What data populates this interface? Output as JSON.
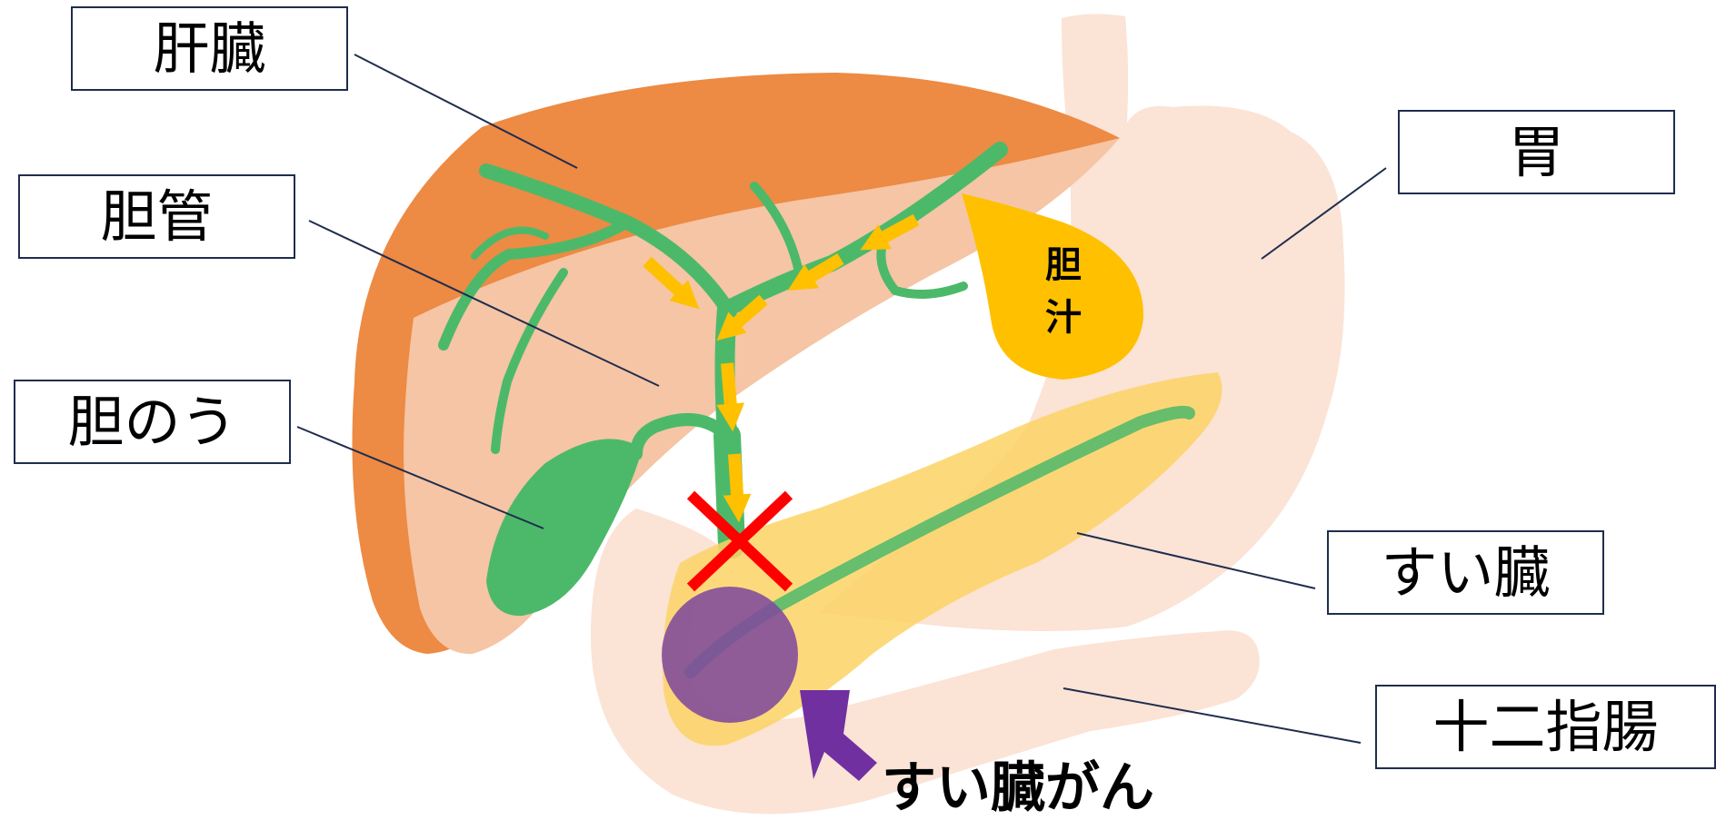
{
  "labels": {
    "liver": "肝臓",
    "bile_duct": "胆管",
    "gallbladder": "胆のう",
    "stomach": "胃",
    "pancreas": "すい臓",
    "duodenum": "十二指腸"
  },
  "bile": {
    "line1": "胆",
    "line2": "汁"
  },
  "caption": "すい臓がん",
  "colors": {
    "liver": "#ed8a43",
    "liver_inner": "#f5c5a5",
    "stomach": "#fbe3d6",
    "pancreas": "#fcd465",
    "bile_duct": "#4cb96a",
    "bile": "#ffc000",
    "flow_arrow": "#ffc000",
    "tumor": "#7f4a9c",
    "block_mark": "#ff0000",
    "pointer": "#7030a0",
    "leader_line": "#1f2d4d"
  },
  "icons": [
    "block-x-icon",
    "tumor-pointer-arrow-icon",
    "bile-flow-arrow-icon"
  ]
}
